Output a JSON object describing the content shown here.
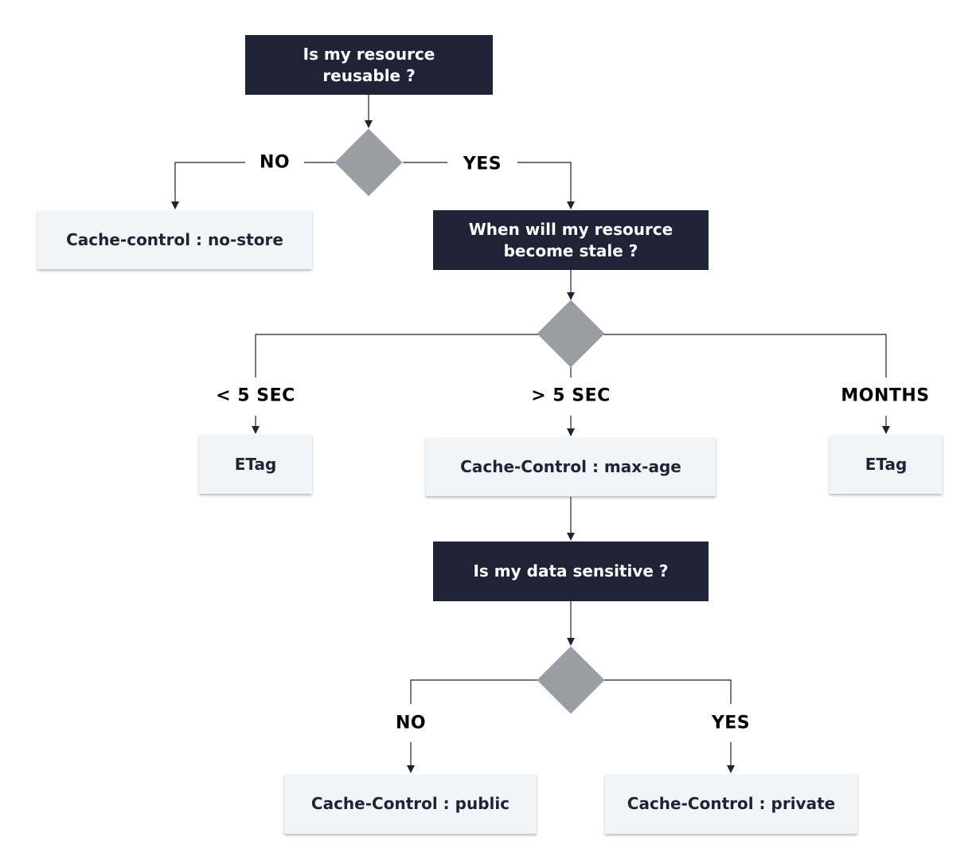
{
  "questions": {
    "reusable": "Is my resource reusable ?",
    "stale": "When will my resource become stale ?",
    "sensitive": "Is my data sensitive ?"
  },
  "labels": {
    "no_1": "NO",
    "yes_1": "YES",
    "lt5": "< 5 SEC",
    "gt5": "> 5 SEC",
    "months": "MONTHS",
    "no_2": "NO",
    "yes_2": "YES"
  },
  "outcomes": {
    "no_store": "Cache-control : no-store",
    "etag_short": "ETag",
    "max_age": "Cache-Control : max-age",
    "etag_months": "ETag",
    "public": "Cache-Control : public",
    "private": "Cache-Control : private"
  },
  "colors": {
    "question_bg": "#1f2336",
    "answer_bg": "#f1f5f8",
    "diamond": "#9a9da4",
    "connector": "#1f2336"
  }
}
